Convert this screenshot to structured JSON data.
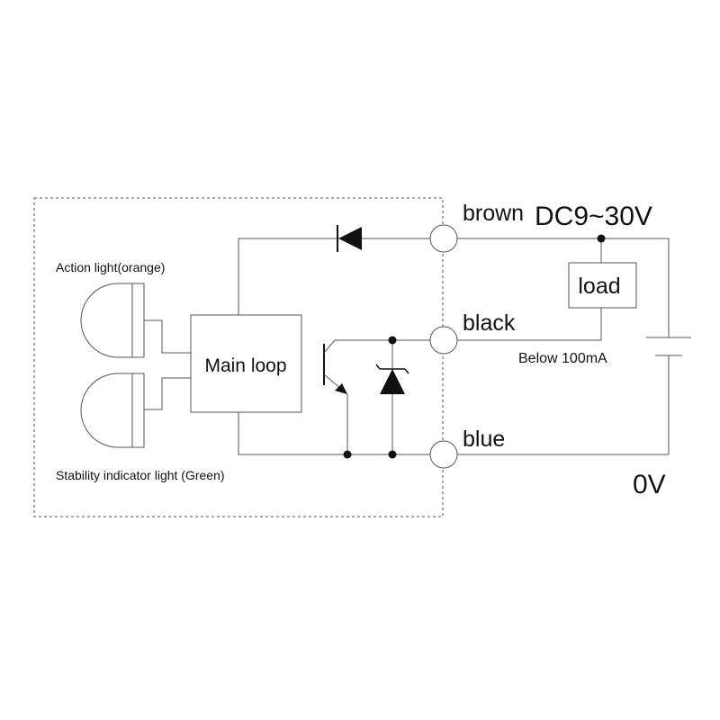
{
  "labels": {
    "brown": "brown",
    "dc_voltage": "DC9~30V",
    "black": "black",
    "blue": "blue",
    "zero_volt": "0V",
    "load": "load",
    "current_limit": "Below 100mA",
    "main_loop": "Main loop",
    "action_light": "Action light(orange)",
    "stability_light": "Stability indicator light (Green)"
  },
  "colors": {
    "line": "#555555",
    "text": "#111111",
    "fill": "#111111",
    "background": "#ffffff"
  }
}
